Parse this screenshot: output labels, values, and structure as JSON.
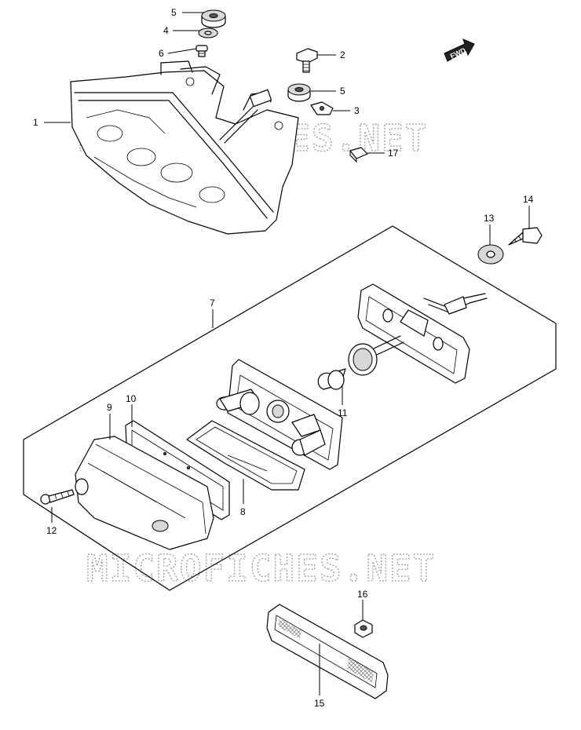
{
  "watermark": "MICROFICHES.NET",
  "fwd_label": "FWD",
  "callouts": [
    {
      "id": "c5a",
      "label": "5"
    },
    {
      "id": "c4",
      "label": "4"
    },
    {
      "id": "c6",
      "label": "6"
    },
    {
      "id": "c2",
      "label": "2"
    },
    {
      "id": "c5b",
      "label": "5"
    },
    {
      "id": "c3",
      "label": "3"
    },
    {
      "id": "c1",
      "label": "1"
    },
    {
      "id": "c17",
      "label": "17"
    },
    {
      "id": "c14",
      "label": "14"
    },
    {
      "id": "c13",
      "label": "13"
    },
    {
      "id": "c7",
      "label": "7"
    },
    {
      "id": "c11",
      "label": "11"
    },
    {
      "id": "c10",
      "label": "10"
    },
    {
      "id": "c9",
      "label": "9"
    },
    {
      "id": "c8",
      "label": "8"
    },
    {
      "id": "c12",
      "label": "12"
    },
    {
      "id": "c16",
      "label": "16"
    },
    {
      "id": "c15",
      "label": "15"
    }
  ]
}
